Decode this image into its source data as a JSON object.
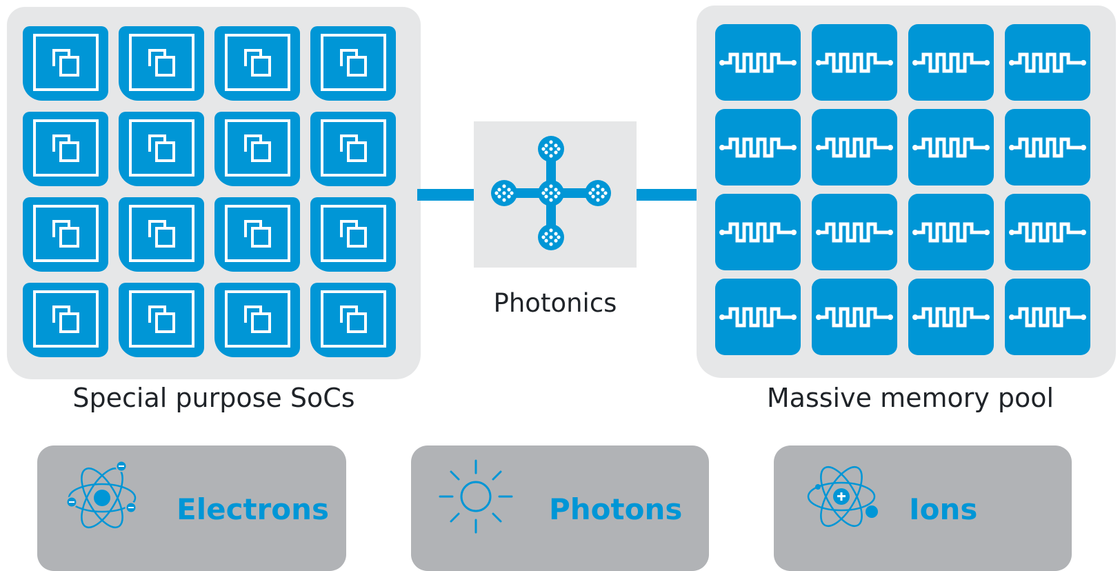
{
  "colors": {
    "accent_blue": "#0096d6",
    "panel_gray": "#e6e7e8",
    "card_gray": "#b1b3b6",
    "text_dark": "#1f2328"
  },
  "soc_panel": {
    "label": "Special purpose SoCs",
    "rows": 4,
    "columns": 4,
    "tile_icon": "chip-icon"
  },
  "photonics": {
    "label": "Photonics",
    "icon": "photonic-network-icon"
  },
  "memory_panel": {
    "label": "Massive memory pool",
    "rows": 4,
    "columns": 4,
    "tile_icon": "memory-waveform-icon"
  },
  "particles": [
    {
      "label": "Electrons",
      "icon": "atom-electron-icon"
    },
    {
      "label": "Photons",
      "icon": "sun-icon"
    },
    {
      "label": "Ions",
      "icon": "atom-ion-icon"
    }
  ]
}
